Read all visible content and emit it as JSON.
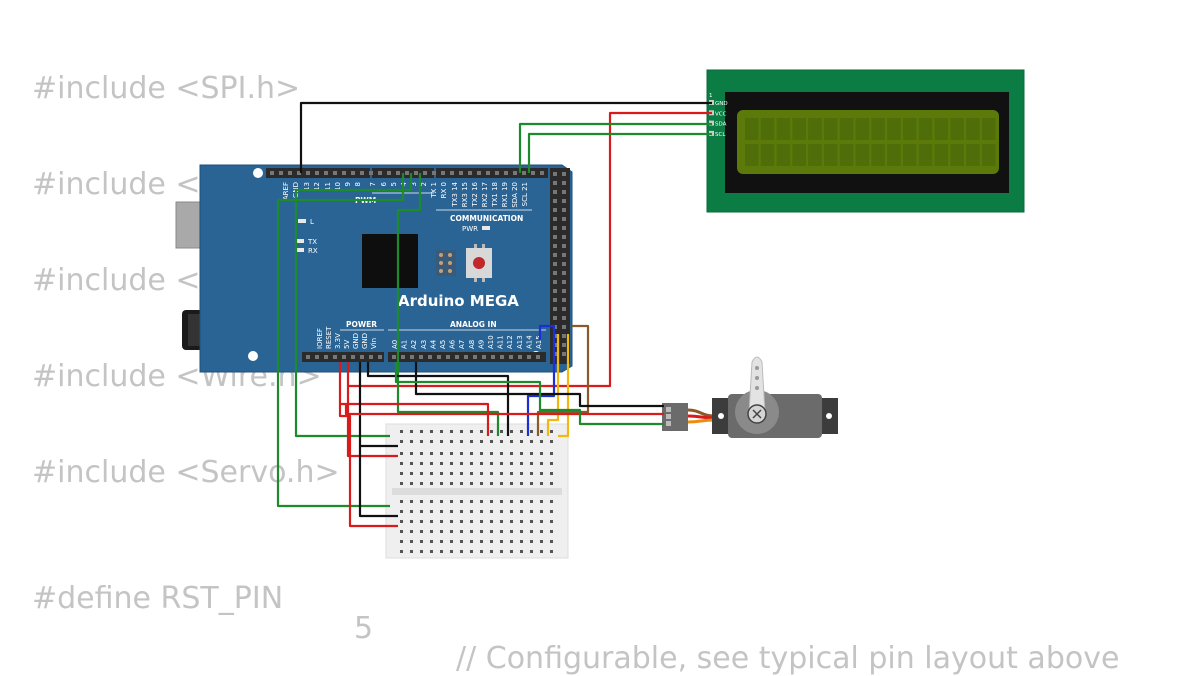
{
  "code": {
    "lines": [
      {
        "text": "#include <SPI.h>"
      },
      {
        "text": "#include <M"
      },
      {
        "text": "#include <L"
      },
      {
        "text": "#include <Wire.h>"
      },
      {
        "text": "#include <Servo.h>"
      },
      {
        "text": "#define RST_PIN",
        "value": "5",
        "comment": "// Configurable, see typical pin layout above"
      }
    ]
  },
  "board": {
    "title": "Arduino MEGA",
    "labels": {
      "pwm": "PWM",
      "communication": "COMMUNICATION",
      "power": "POWER",
      "analog_in": "ANALOG IN",
      "led_l": "L",
      "led_tx": "TX",
      "led_rx": "RX",
      "pwr": "PWR"
    },
    "top_pins": [
      "AREF",
      "GND",
      "13",
      "12",
      "11",
      "10",
      "9",
      "8",
      "7",
      "6",
      "5",
      "4",
      "3",
      "2",
      "TX 1",
      "RX 0",
      "TX3 14",
      "RX3 15",
      "TX2 16",
      "RX2 17",
      "TX1 18",
      "RX1 19",
      "SDA 20",
      "SCL 21"
    ],
    "power_pins": [
      "IOREF",
      "RESET",
      "3.3V",
      "5V",
      "GND",
      "GND",
      "Vin"
    ],
    "analog_pins": [
      "A0",
      "A1",
      "A2",
      "A3",
      "A4",
      "A5",
      "A6",
      "A7",
      "A8",
      "A9",
      "A10",
      "A11",
      "A12",
      "A13",
      "A14",
      "A15"
    ]
  },
  "lcd": {
    "pin_labels": [
      "GND",
      "VCC",
      "SDA",
      "SCL"
    ],
    "index_label": "1"
  },
  "colors": {
    "board": "#2a6495",
    "lcd_pcb": "#0b7d44",
    "lcd_screen": "#5b7a0a",
    "wire_red": "#d91b1b",
    "wire_black": "#111111",
    "wire_green": "#1d8a2b",
    "wire_blue": "#1c2fd6",
    "wire_yellow": "#f1b811",
    "wire_brown": "#8a5a2b",
    "code_text": "#c4c4c4"
  }
}
